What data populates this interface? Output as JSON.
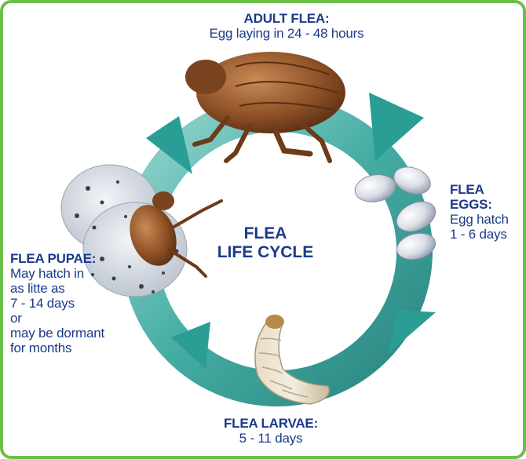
{
  "title": {
    "line1": "FLEA",
    "line2": "LIFE CYCLE"
  },
  "stages": {
    "adult": {
      "heading": "ADULT FLEA:",
      "lines": [
        "Egg laying in 24 - 48 hours"
      ]
    },
    "eggs": {
      "heading": "FLEA EGGS:",
      "lines": [
        "Egg hatch",
        "1 - 6 days"
      ]
    },
    "larvae": {
      "heading": "FLEA LARVAE:",
      "lines": [
        "5 - 11 days"
      ]
    },
    "pupae": {
      "heading": "FLEA PUPAE:",
      "lines": [
        "May hatch in",
        "as litte as",
        "7 - 14 days",
        "or",
        "may be dormant",
        "for months"
      ]
    }
  },
  "colors": {
    "text": "#1b3a8a",
    "border": "#6cc04a",
    "arrow": "#2a9d94"
  }
}
